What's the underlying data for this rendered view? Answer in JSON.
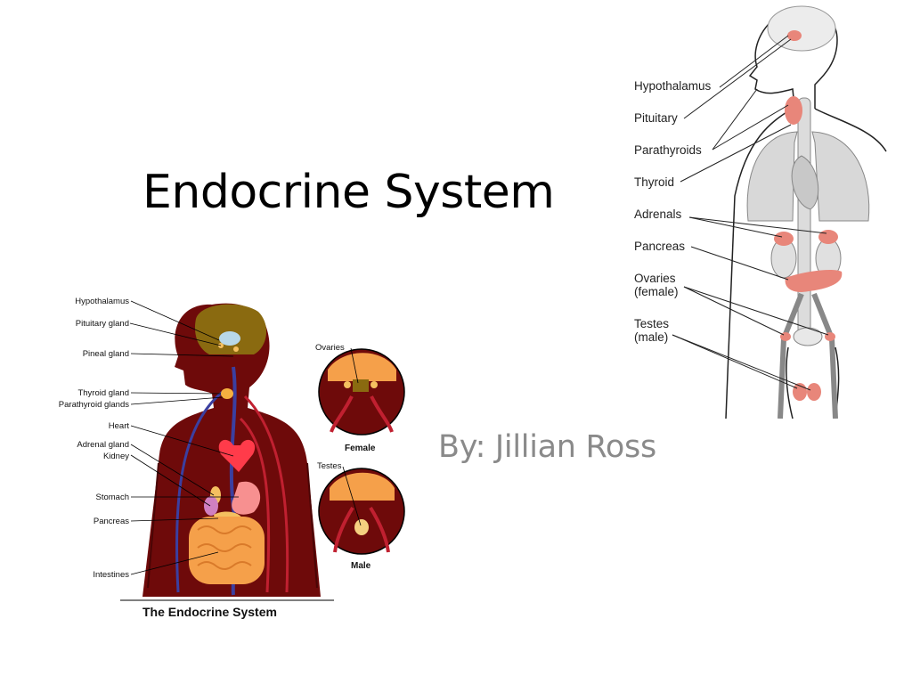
{
  "slide": {
    "title": "Endocrine System",
    "subtitle": "By: Jillian Ross"
  },
  "figure_left": {
    "caption": "The Endocrine System",
    "labels": {
      "hypothalamus": "Hypothalamus",
      "pituitary": "Pituitary gland",
      "pineal": "Pineal gland",
      "thyroid": "Thyroid gland",
      "parathyroid": "Parathyroid glands",
      "heart": "Heart",
      "adrenal": "Adrenal gland",
      "kidney": "Kidney",
      "stomach": "Stomach",
      "pancreas": "Pancreas",
      "intestines": "Intestines",
      "ovaries": "Ovaries",
      "testes": "Testes",
      "female": "Female",
      "male": "Male"
    },
    "colors": {
      "body": "#6e0a0a",
      "brain": "#8a6a10",
      "organ": "#f5a04a",
      "heart": "#ff3b4a"
    }
  },
  "figure_right": {
    "labels": {
      "hypothalamus": "Hypothalamus",
      "pituitary": "Pituitary",
      "parathyroids": "Parathyroids",
      "thyroid": "Thyroid",
      "adrenals": "Adrenals",
      "pancreas": "Pancreas",
      "ovaries": "Ovaries",
      "ovaries_note": "(female)",
      "testes": "Testes",
      "testes_note": "(male)"
    },
    "colors": {
      "gland": "#e8867a",
      "outline": "#222222"
    }
  }
}
